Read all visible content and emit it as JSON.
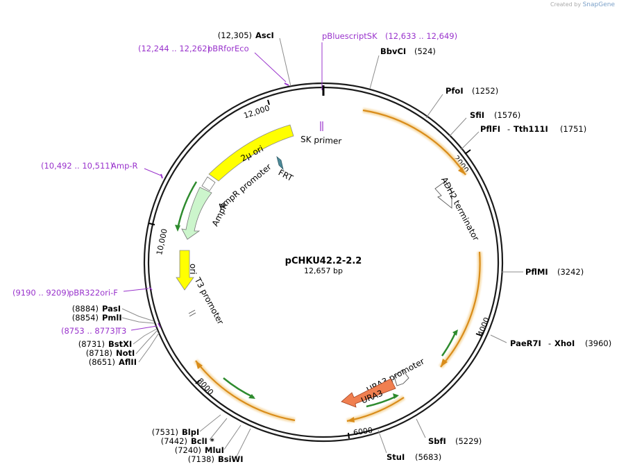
{
  "credit": {
    "prefix": "Created by",
    "brand": "SnapGene"
  },
  "plasmid": {
    "name": "pCHKU42.2-2.2",
    "size": "12,657 bp"
  },
  "ticks": [
    "2000",
    "4000",
    "6000",
    "8000",
    "10,000",
    "12,000"
  ],
  "sites_right": [
    {
      "name": "BbvCI",
      "pos": "(524)"
    },
    {
      "name": "PfoI",
      "pos": "(1252)"
    },
    {
      "name": "SfiI",
      "pos": "(1576)"
    },
    {
      "name": "PflFI",
      "name2": "Tth111I",
      "pos": "(1751)"
    },
    {
      "name": "PflMI",
      "pos": "(3242)"
    },
    {
      "name": "PaeR7I",
      "name2": "XhoI",
      "pos": "(3960)"
    },
    {
      "name": "SbfI",
      "pos": "(5229)"
    },
    {
      "name": "StuI",
      "pos": "(5683)"
    }
  ],
  "sites_left": [
    {
      "name": "AscI",
      "pos": "(12,305)"
    },
    {
      "name": "PasI",
      "pos": "(8884)"
    },
    {
      "name": "PmlI",
      "pos": "(8854)"
    },
    {
      "name": "BstXI",
      "pos": "(8731)"
    },
    {
      "name": "NotI",
      "pos": "(8718)"
    },
    {
      "name": "AflII",
      "pos": "(8651)"
    },
    {
      "name": "BlpI",
      "pos": "(7531)"
    },
    {
      "name": "BclI *",
      "pos": "(7442)"
    },
    {
      "name": "MluI",
      "pos": "(7240)"
    },
    {
      "name": "BsiWI",
      "pos": "(7138)"
    }
  ],
  "primers": [
    {
      "name": "pBluescriptSK",
      "range": "(12,633 .. 12,649)"
    },
    {
      "name": "pBRforEco",
      "range": "(12,244 .. 12,262)"
    },
    {
      "name": "Amp-R",
      "range": "(10,492 .. 10,511)"
    },
    {
      "name": "pBR322ori-F",
      "range": "(9190 .. 9209)"
    },
    {
      "name": "T3",
      "range": "(8753 .. 8773)"
    }
  ],
  "features": {
    "sk_primer": "SK primer",
    "frt": "FRT",
    "adh2": "ADH2 terminator",
    "two_micron": "2μ ori",
    "ampr_promoter": "AmpR promoter",
    "ampr": "AmpR",
    "ori": "ori",
    "t3_promoter": "T3 promoter",
    "ura3_promoter": "URA3 promoter",
    "ura3": "URA3"
  },
  "colors": {
    "backbone": "#1a1a1a",
    "primer": "#9933cc",
    "orf_arrow": "#d98c1a",
    "orf_glow": "#f7dcaa",
    "green_arrow": "#2e8b2e",
    "two_micron": "#ffff00",
    "ampr": "#ccf5cc",
    "ura3": "#f07f50",
    "frt": "#4d8a99"
  }
}
